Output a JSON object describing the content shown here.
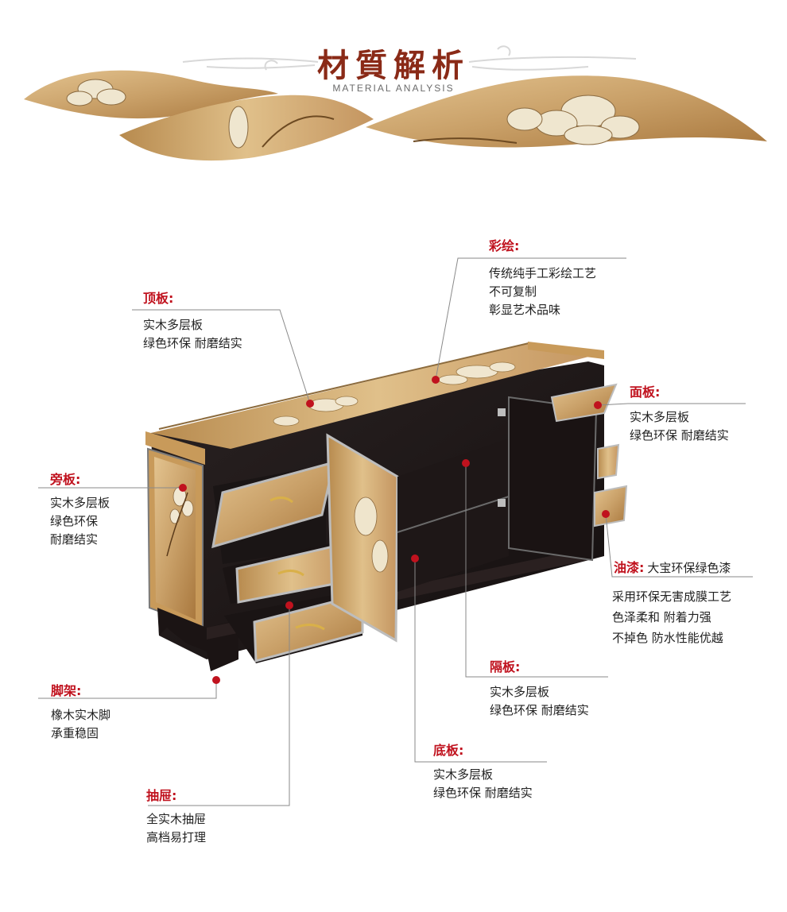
{
  "header": {
    "title": "材質解析",
    "subtitle": "MATERIAL ANALYSIS"
  },
  "callouts": {
    "top_panel": {
      "label": "顶板:",
      "lines": [
        "实木多层板",
        "绿色环保  耐磨结实"
      ]
    },
    "painting": {
      "label": "彩绘:",
      "lines": [
        "传统纯手工彩绘工艺",
        "不可复制",
        "彰显艺术品味"
      ]
    },
    "face_panel": {
      "label": "面板:",
      "lines": [
        "实木多层板",
        "绿色环保  耐磨结实"
      ]
    },
    "side_panel": {
      "label": "旁板:",
      "lines": [
        "实木多层板",
        "绿色环保",
        "耐磨结实"
      ]
    },
    "paint": {
      "label": "油漆:",
      "label_extra": "大宝环保绿色漆",
      "lines": [
        "采用环保无害成膜工艺",
        "色泽柔和  附着力强",
        "不掉色  防水性能优越"
      ]
    },
    "partition": {
      "label": "隔板:",
      "lines": [
        "实木多层板",
        "绿色环保  耐磨结实"
      ]
    },
    "legs": {
      "label": "脚架:",
      "lines": [
        "橡木实木脚",
        "承重稳固"
      ]
    },
    "bottom_panel": {
      "label": "底板:",
      "lines": [
        "实木多层板",
        "绿色环保  耐磨结实"
      ]
    },
    "drawer": {
      "label": "抽屉:",
      "lines": [
        "全实木抽屉",
        "高档易打理"
      ]
    }
  },
  "colors": {
    "accent_red": "#c0121e",
    "title_brown": "#8a2a17",
    "cabinet_black": "#1a1414",
    "gold": "#c8a46e"
  }
}
